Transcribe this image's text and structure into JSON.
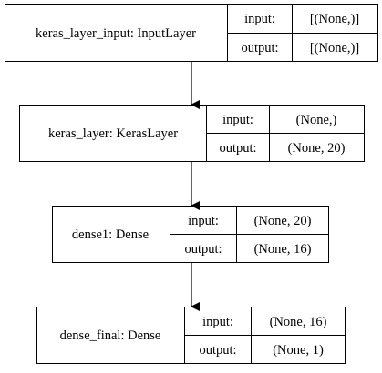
{
  "layers": [
    {
      "name": "keras_layer_input: InputLayer",
      "input_label": "input:",
      "input_value": "[(None,)]",
      "output_label": "output:",
      "output_value": "[(None,)]"
    },
    {
      "name": "keras_layer: KerasLayer",
      "input_label": "input:",
      "input_value": "(None,)",
      "output_label": "output:",
      "output_value": "(None, 20)"
    },
    {
      "name": "dense1: Dense",
      "input_label": "input:",
      "input_value": "(None, 20)",
      "output_label": "output:",
      "output_value": "(None, 16)"
    },
    {
      "name": "dense_final: Dense",
      "input_label": "input:",
      "input_value": "(None, 16)",
      "output_label": "output:",
      "output_value": "(None, 1)"
    }
  ],
  "colors": {
    "stroke": "#000000",
    "background": "#ffffff",
    "text": "#000000"
  }
}
